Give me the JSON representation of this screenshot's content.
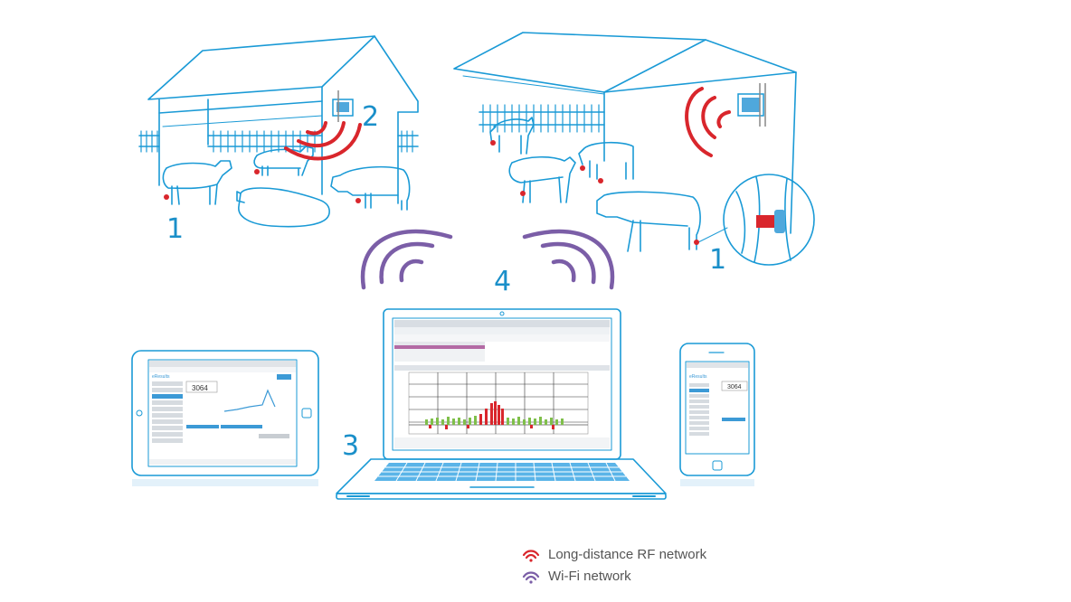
{
  "markers": {
    "n1_left": "1",
    "n2": "2",
    "n3": "3",
    "n4": "4",
    "n1_right": "1"
  },
  "legend": {
    "rf": "Long-distance RF network",
    "wifi": "Wi-Fi network"
  },
  "devices": {
    "tablet_logo": "eResults",
    "tablet_value": "3064",
    "phone_logo": "eResults",
    "phone_value": "3064"
  },
  "colors": {
    "line": "#1a9ad6",
    "rf": "#d9262c",
    "wifi": "#7b5ea7",
    "text": "#555555"
  },
  "icons": [
    "rf-signal-icon",
    "wifi-signal-icon",
    "ear-tag-sensor-icon",
    "gateway-icon"
  ]
}
